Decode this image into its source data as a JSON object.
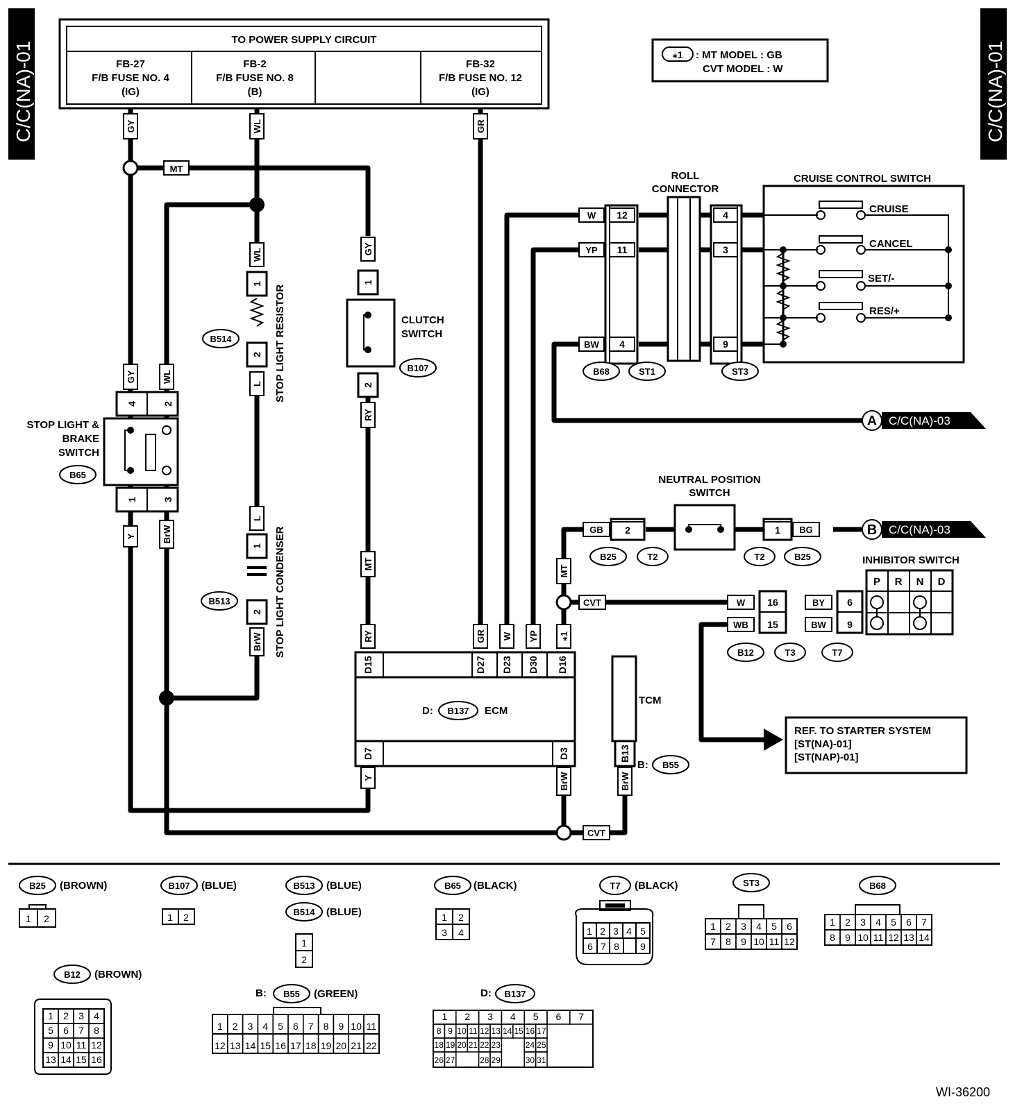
{
  "side_label": "C/C(NA)-01",
  "note": {
    "symbol": "⁎1",
    "line1": ": MT MODEL  : GB",
    "line2": "CVT MODEL  : W"
  },
  "power": {
    "title": "TO POWER SUPPLY CIRCUIT",
    "fuse1": {
      "id": "FB-27",
      "name": "F/B FUSE NO. 4",
      "type": "(IG)"
    },
    "fuse2": {
      "id": "FB-2",
      "name": "F/B FUSE NO. 8",
      "type": "(B)"
    },
    "fuse3": {
      "id": "FB-32",
      "name": "F/B FUSE NO. 12",
      "type": "(IG)"
    }
  },
  "wires": {
    "gy": "GY",
    "wl": "WL",
    "gr": "GR",
    "mt": "MT",
    "cvt": "CVT",
    "ry": "RY",
    "l": "L",
    "brw": "BrW",
    "y": "Y",
    "w": "W",
    "yp": "YP",
    "bw": "BW",
    "gb": "GB",
    "bg": "BG",
    "by": "BY",
    "wb": "WB",
    "star1": "⁎1"
  },
  "labels": {
    "stop_light_brake": [
      "STOP LIGHT &",
      "BRAKE",
      "SWITCH"
    ],
    "stop_light_resistor": "STOP LIGHT RESISTOR",
    "stop_light_condenser": "STOP LIGHT CONDENSER",
    "clutch_switch": [
      "CLUTCH",
      "SWITCH"
    ],
    "roll_connector": [
      "ROLL",
      "CONNECTOR"
    ],
    "cruise_switch": "CRUISE CONTROL SWITCH",
    "cruise": "CRUISE",
    "cancel": "CANCEL",
    "set": "SET/-",
    "res": "RES/+",
    "neutral": [
      "NEUTRAL POSITION",
      "SWITCH"
    ],
    "inhibitor": "INHIBITOR SWITCH",
    "ecm": "ECM",
    "tcm": "TCM",
    "ref_starter": [
      "REF. TO STARTER SYSTEM",
      "[ST(NA)-01]",
      "[ST(NAP)-01]"
    ],
    "figure_id": "WI-36200",
    "ref_a": "C/C(NA)-03",
    "ref_b": "C/C(NA)-03",
    "a": "A",
    "b": "B",
    "d_prefix": "D:",
    "b_prefix": "B:"
  },
  "connectors": {
    "b514": "B514",
    "b513": "B513",
    "b107": "B107",
    "b65": "B65",
    "b68": "B68",
    "st1": "ST1",
    "st3": "ST3",
    "b25": "B25",
    "t2": "T2",
    "b12": "B12",
    "t3": "T3",
    "t7": "T7",
    "b137": "B137",
    "b55": "B55"
  },
  "ecm_pins": {
    "d15": "D15",
    "d27": "D27",
    "d23": "D23",
    "d30": "D30",
    "d16": "D16",
    "d7": "D7",
    "d3": "D3",
    "b13": "B13"
  },
  "inhibitor_cols": [
    "P",
    "R",
    "N",
    "D"
  ],
  "legend": {
    "b25": {
      "name": "B25",
      "color": "(BROWN)"
    },
    "b107": {
      "name": "B107",
      "color": "(BLUE)"
    },
    "b513": {
      "name": "B513",
      "color": "(BLUE)"
    },
    "b514": {
      "name": "B514",
      "color": "(BLUE)"
    },
    "b65": {
      "name": "B65",
      "color": "(BLACK)"
    },
    "t7": {
      "name": "T7",
      "color": "(BLACK)"
    },
    "st3": {
      "name": "ST3"
    },
    "b68": {
      "name": "B68"
    },
    "b12": {
      "name": "B12",
      "color": "(BROWN)"
    },
    "b55": {
      "name": "B55",
      "color": "(GREEN)",
      "prefix": "B:"
    },
    "b137": {
      "name": "B137",
      "prefix": "D:"
    }
  }
}
